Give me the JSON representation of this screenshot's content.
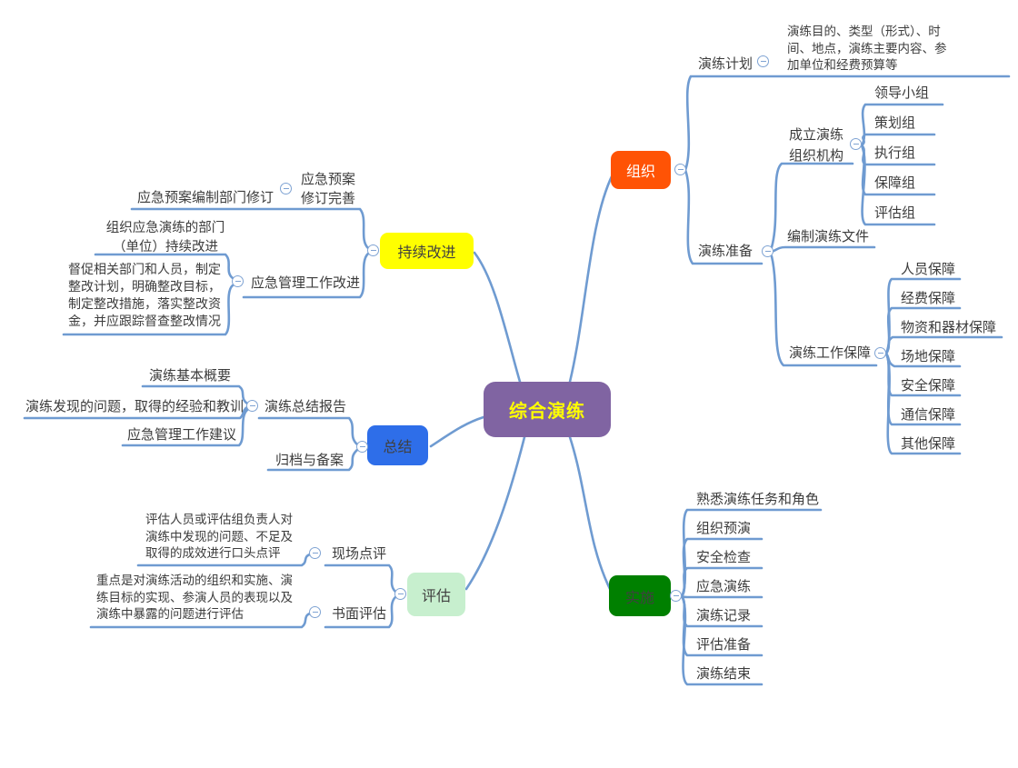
{
  "root": {
    "label": "综合演练",
    "bg": "#8064A2",
    "text_color": "#FFFF00"
  },
  "line_color": "#6F9BD1",
  "branches": {
    "org": {
      "label": "组织",
      "bg": "#FF5305",
      "text_color": "#FFFFFF",
      "plan": {
        "label": "演练计划",
        "note": "演练目的、类型（形式）、时\n间、地点，演练主要内容、参\n加单位和经费预算等"
      },
      "prep": {
        "label": "演练准备",
        "structure": {
          "label": "成立演练\n组织机构",
          "items": [
            "领导小组",
            "策划组",
            "执行组",
            "保障组",
            "评估组"
          ]
        },
        "docs": {
          "label": "编制演练文件"
        },
        "support": {
          "label": "演练工作保障",
          "items": [
            "人员保障",
            "经费保障",
            "物资和器材保障",
            "场地保障",
            "安全保障",
            "通信保障",
            "其他保障"
          ]
        }
      }
    },
    "impl": {
      "label": "实施",
      "bg": "#008000",
      "items": [
        "熟悉演练任务和角色",
        "组织预演",
        "安全检查",
        "应急演练",
        "演练记录",
        "评估准备",
        "演练结束"
      ]
    },
    "eval": {
      "label": "评估",
      "bg": "#C7EFCE",
      "onsite": {
        "label": "现场点评",
        "note": "评估人员或评估组负责人对\n演练中发现的问题、不足及\n取得的成效进行口头点评"
      },
      "written": {
        "label": "书面评估",
        "note": "重点是对演练活动的组织和实施、演\n练目标的实现、参演人员的表现以及\n演练中暴露的问题进行评估"
      }
    },
    "summary": {
      "label": "总结",
      "bg": "#2E6EE9",
      "report": {
        "label": "演练总结报告",
        "items": [
          "演练基本概要",
          "演练发现的问题，取得的经验和教训",
          "应急管理工作建议"
        ]
      },
      "archive": {
        "label": "归档与备案"
      }
    },
    "improve": {
      "label": "持续改进",
      "bg": "#FFFF00",
      "revision": {
        "label": "应急预案\n修订完善",
        "note": "应急预案编制部门修订"
      },
      "mgmt": {
        "label": "应急管理工作改进",
        "note1": "组织应急演练的部门\n（单位）持续改进",
        "note2": "督促相关部门和人员，制定\n整改计划，明确整改目标，\n制定整改措施，落实整改资\n金，并应跟踪督查整改情况"
      }
    }
  }
}
